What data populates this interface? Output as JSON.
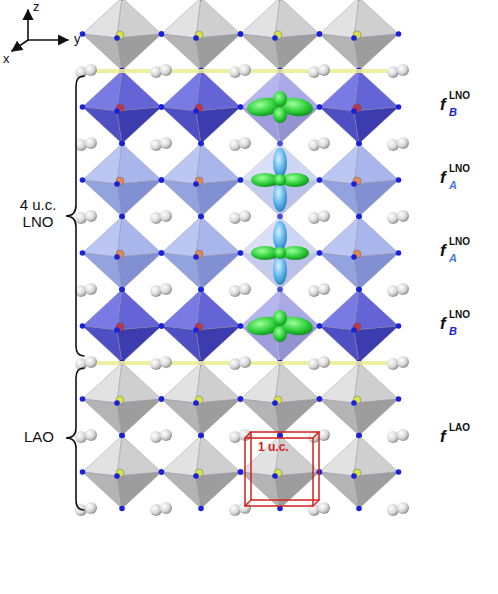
{
  "diagram": {
    "labels": [
      "z",
      "y",
      "x",
      "4 u.c. LNO",
      "f",
      "B",
      "LNO",
      "f",
      "A",
      "LNO",
      "f",
      "A",
      "LNO",
      "f",
      "B",
      "LNO",
      "LAO",
      "f",
      "LAO",
      "1 u.c."
    ]
  }
}
